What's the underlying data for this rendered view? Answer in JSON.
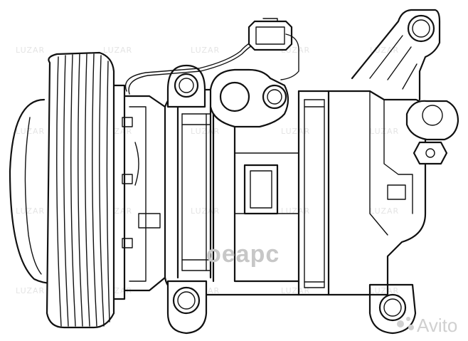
{
  "image": {
    "subject": "compressor-line-drawing"
  },
  "watermarks": {
    "brand": "LUZAR",
    "overlay": "oeapc",
    "corner": "Avito"
  },
  "colors": {
    "line": "#111111",
    "background": "#ffffff",
    "watermark": "#e4e4e4",
    "overlay": "#c7c7c7"
  }
}
